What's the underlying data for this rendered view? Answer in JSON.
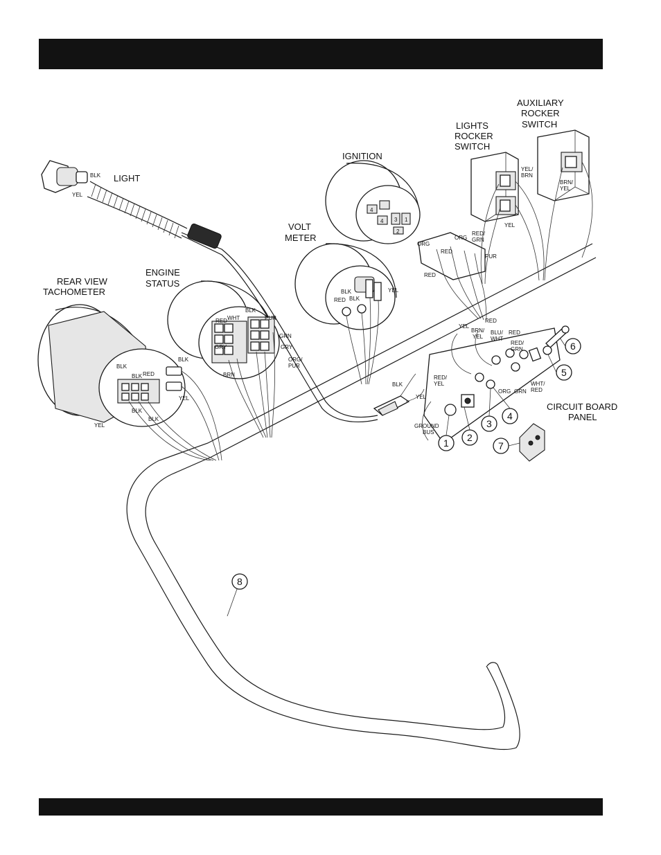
{
  "labels": {
    "light": "LIGHT",
    "ignition": "IGNITION",
    "lights_rocker": [
      "LIGHTS",
      "ROCKER",
      "SWITCH"
    ],
    "aux_rocker": [
      "AUXILIARY",
      "ROCKER",
      "SWITCH"
    ],
    "volt_meter": [
      "VOLT",
      "METER"
    ],
    "engine_status": [
      "ENGINE",
      "STATUS"
    ],
    "rear_tach": [
      "REAR VIEW",
      "TACHOMETER"
    ],
    "circuit_board": [
      "CIRCUIT BOARD",
      "PANEL"
    ],
    "ground_bus": [
      "GROUND",
      "BUS"
    ]
  },
  "wires": {
    "blk": "BLK",
    "yel": "YEL",
    "red": "RED",
    "wht": "WHT",
    "pur": "PUR",
    "grn": "GRN",
    "gry": "GRY",
    "brn": "BRN",
    "org": "ORG",
    "org_pur": [
      "ORG/",
      "PUR"
    ],
    "red_grn": [
      "RED/",
      "GRN"
    ],
    "yel_brn": [
      "YEL/",
      "BRN"
    ],
    "brn_yel": [
      "BRN/",
      "YEL"
    ],
    "blu_wht": [
      "BLU/",
      "WHT"
    ],
    "red_yel": [
      "RED/",
      "YEL"
    ],
    "wht_red": [
      "WHT/",
      "RED"
    ]
  },
  "callouts": [
    "1",
    "2",
    "3",
    "4",
    "5",
    "6",
    "7",
    "8"
  ],
  "ignition_terminals": [
    "4",
    "3",
    "1",
    "4",
    "2"
  ]
}
